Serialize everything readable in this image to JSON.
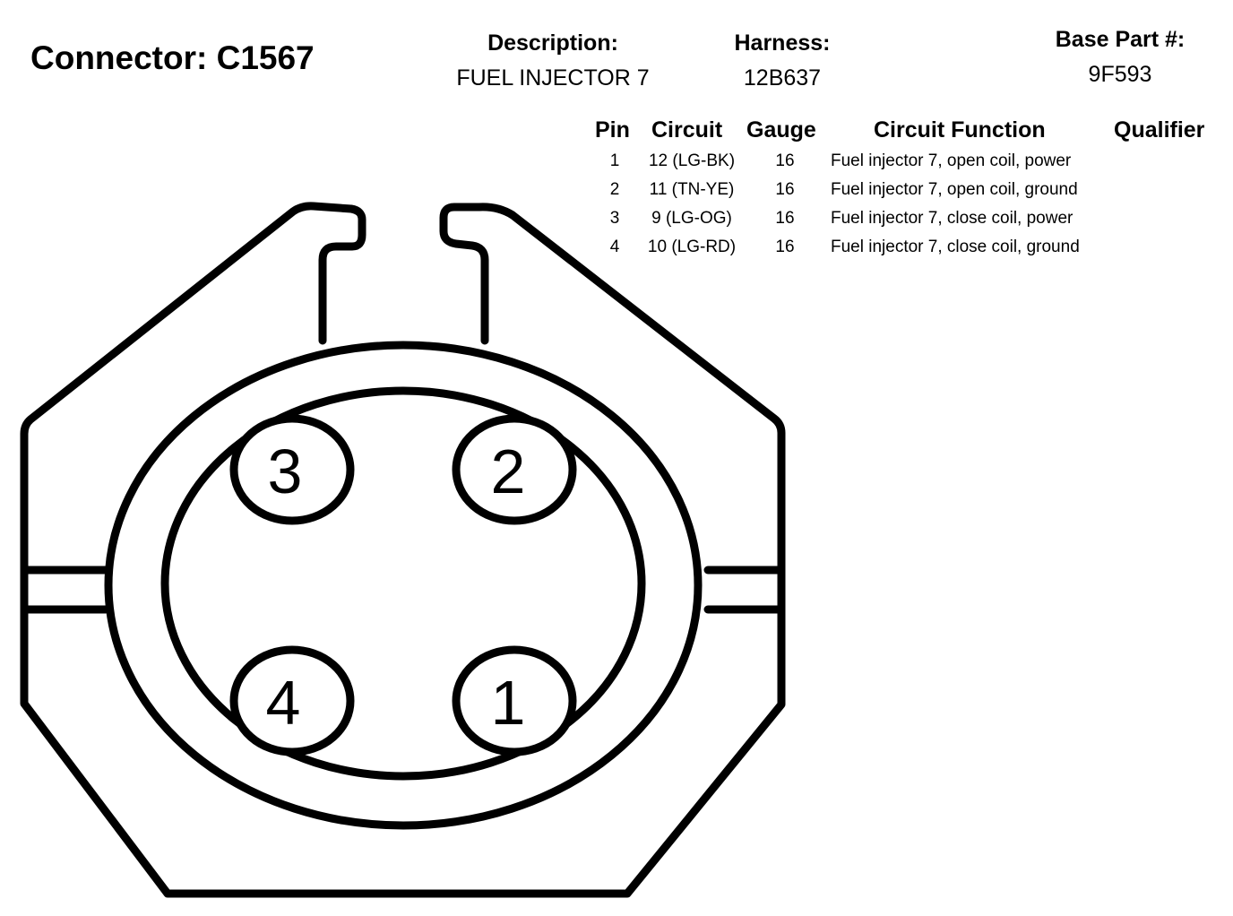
{
  "connector": {
    "title": "Connector: C1567",
    "description_label": "Description:",
    "description": "FUEL INJECTOR 7",
    "harness_label": "Harness:",
    "harness": "12B637",
    "base_part_label": "Base Part #:",
    "base_part": "9F593"
  },
  "table": {
    "headers": [
      "Pin",
      "Circuit",
      "Gauge",
      "Circuit Function",
      "Qualifier"
    ],
    "rows": [
      {
        "pin": "1",
        "circuit": "12 (LG-BK)",
        "gauge": "16",
        "function": "Fuel injector 7, open coil, power",
        "qualifier": ""
      },
      {
        "pin": "2",
        "circuit": "11 (TN-YE)",
        "gauge": "16",
        "function": "Fuel injector 7, open coil, ground",
        "qualifier": ""
      },
      {
        "pin": "3",
        "circuit": "9 (LG-OG)",
        "gauge": "16",
        "function": "Fuel injector 7, close coil, power",
        "qualifier": ""
      },
      {
        "pin": "4",
        "circuit": "10 (LG-RD)",
        "gauge": "16",
        "function": "Fuel injector 7, close coil, ground",
        "qualifier": ""
      }
    ]
  },
  "diagram": {
    "pin_labels": [
      "3",
      "2",
      "4",
      "1"
    ]
  }
}
